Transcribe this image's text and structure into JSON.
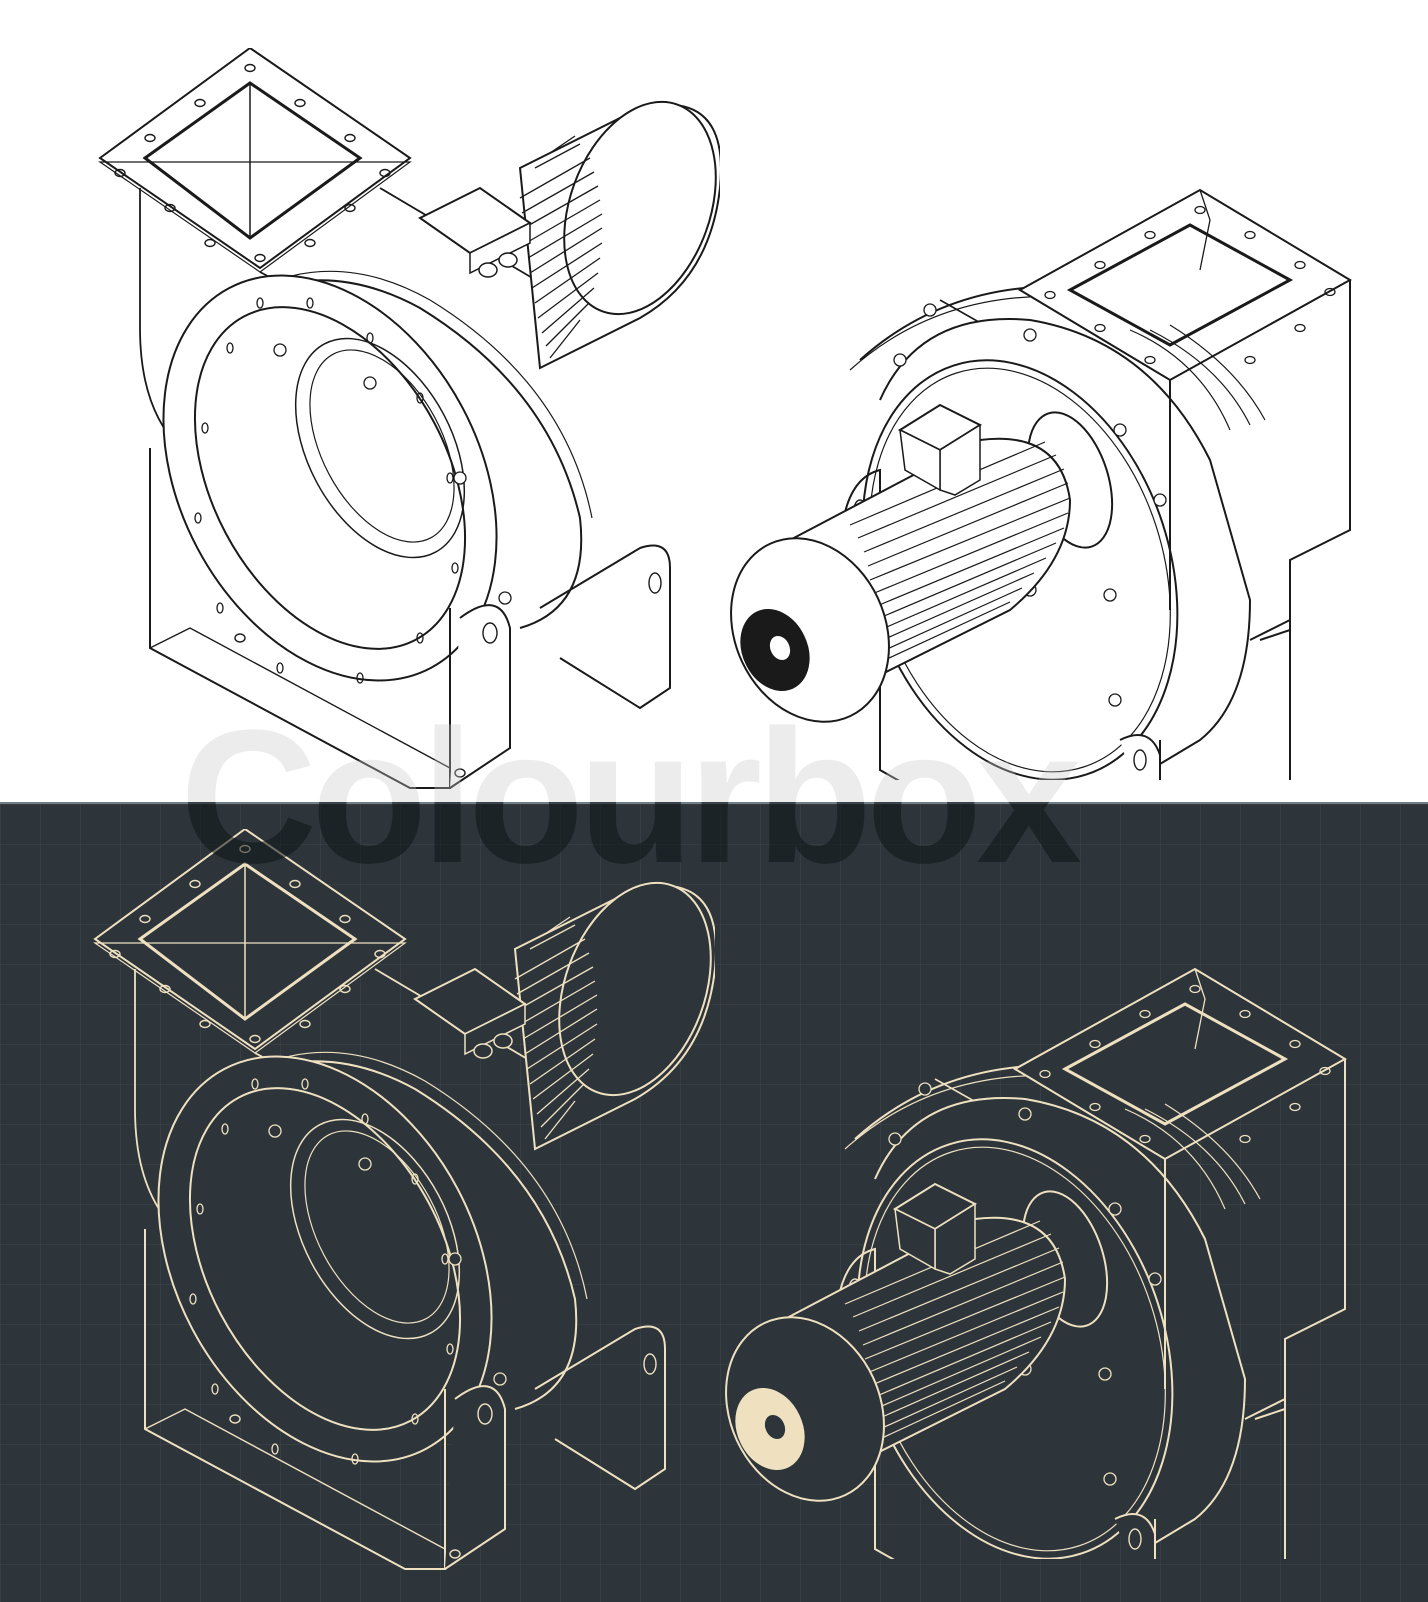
{
  "image": {
    "description": "Centrifugal fan isometric blueprints",
    "watermark": "Colourbox",
    "colors": {
      "light_background": "#ffffff",
      "light_stroke": "#1a1a1a",
      "dark_background": "#2d353b",
      "dark_stroke": "#efe1c0",
      "grid_line": "#3a434a"
    },
    "panels": [
      {
        "name": "light",
        "drawings": [
          "fan-inlet-view",
          "fan-motor-view"
        ]
      },
      {
        "name": "dark-blueprint",
        "drawings": [
          "fan-inlet-view",
          "fan-motor-view"
        ]
      }
    ]
  }
}
